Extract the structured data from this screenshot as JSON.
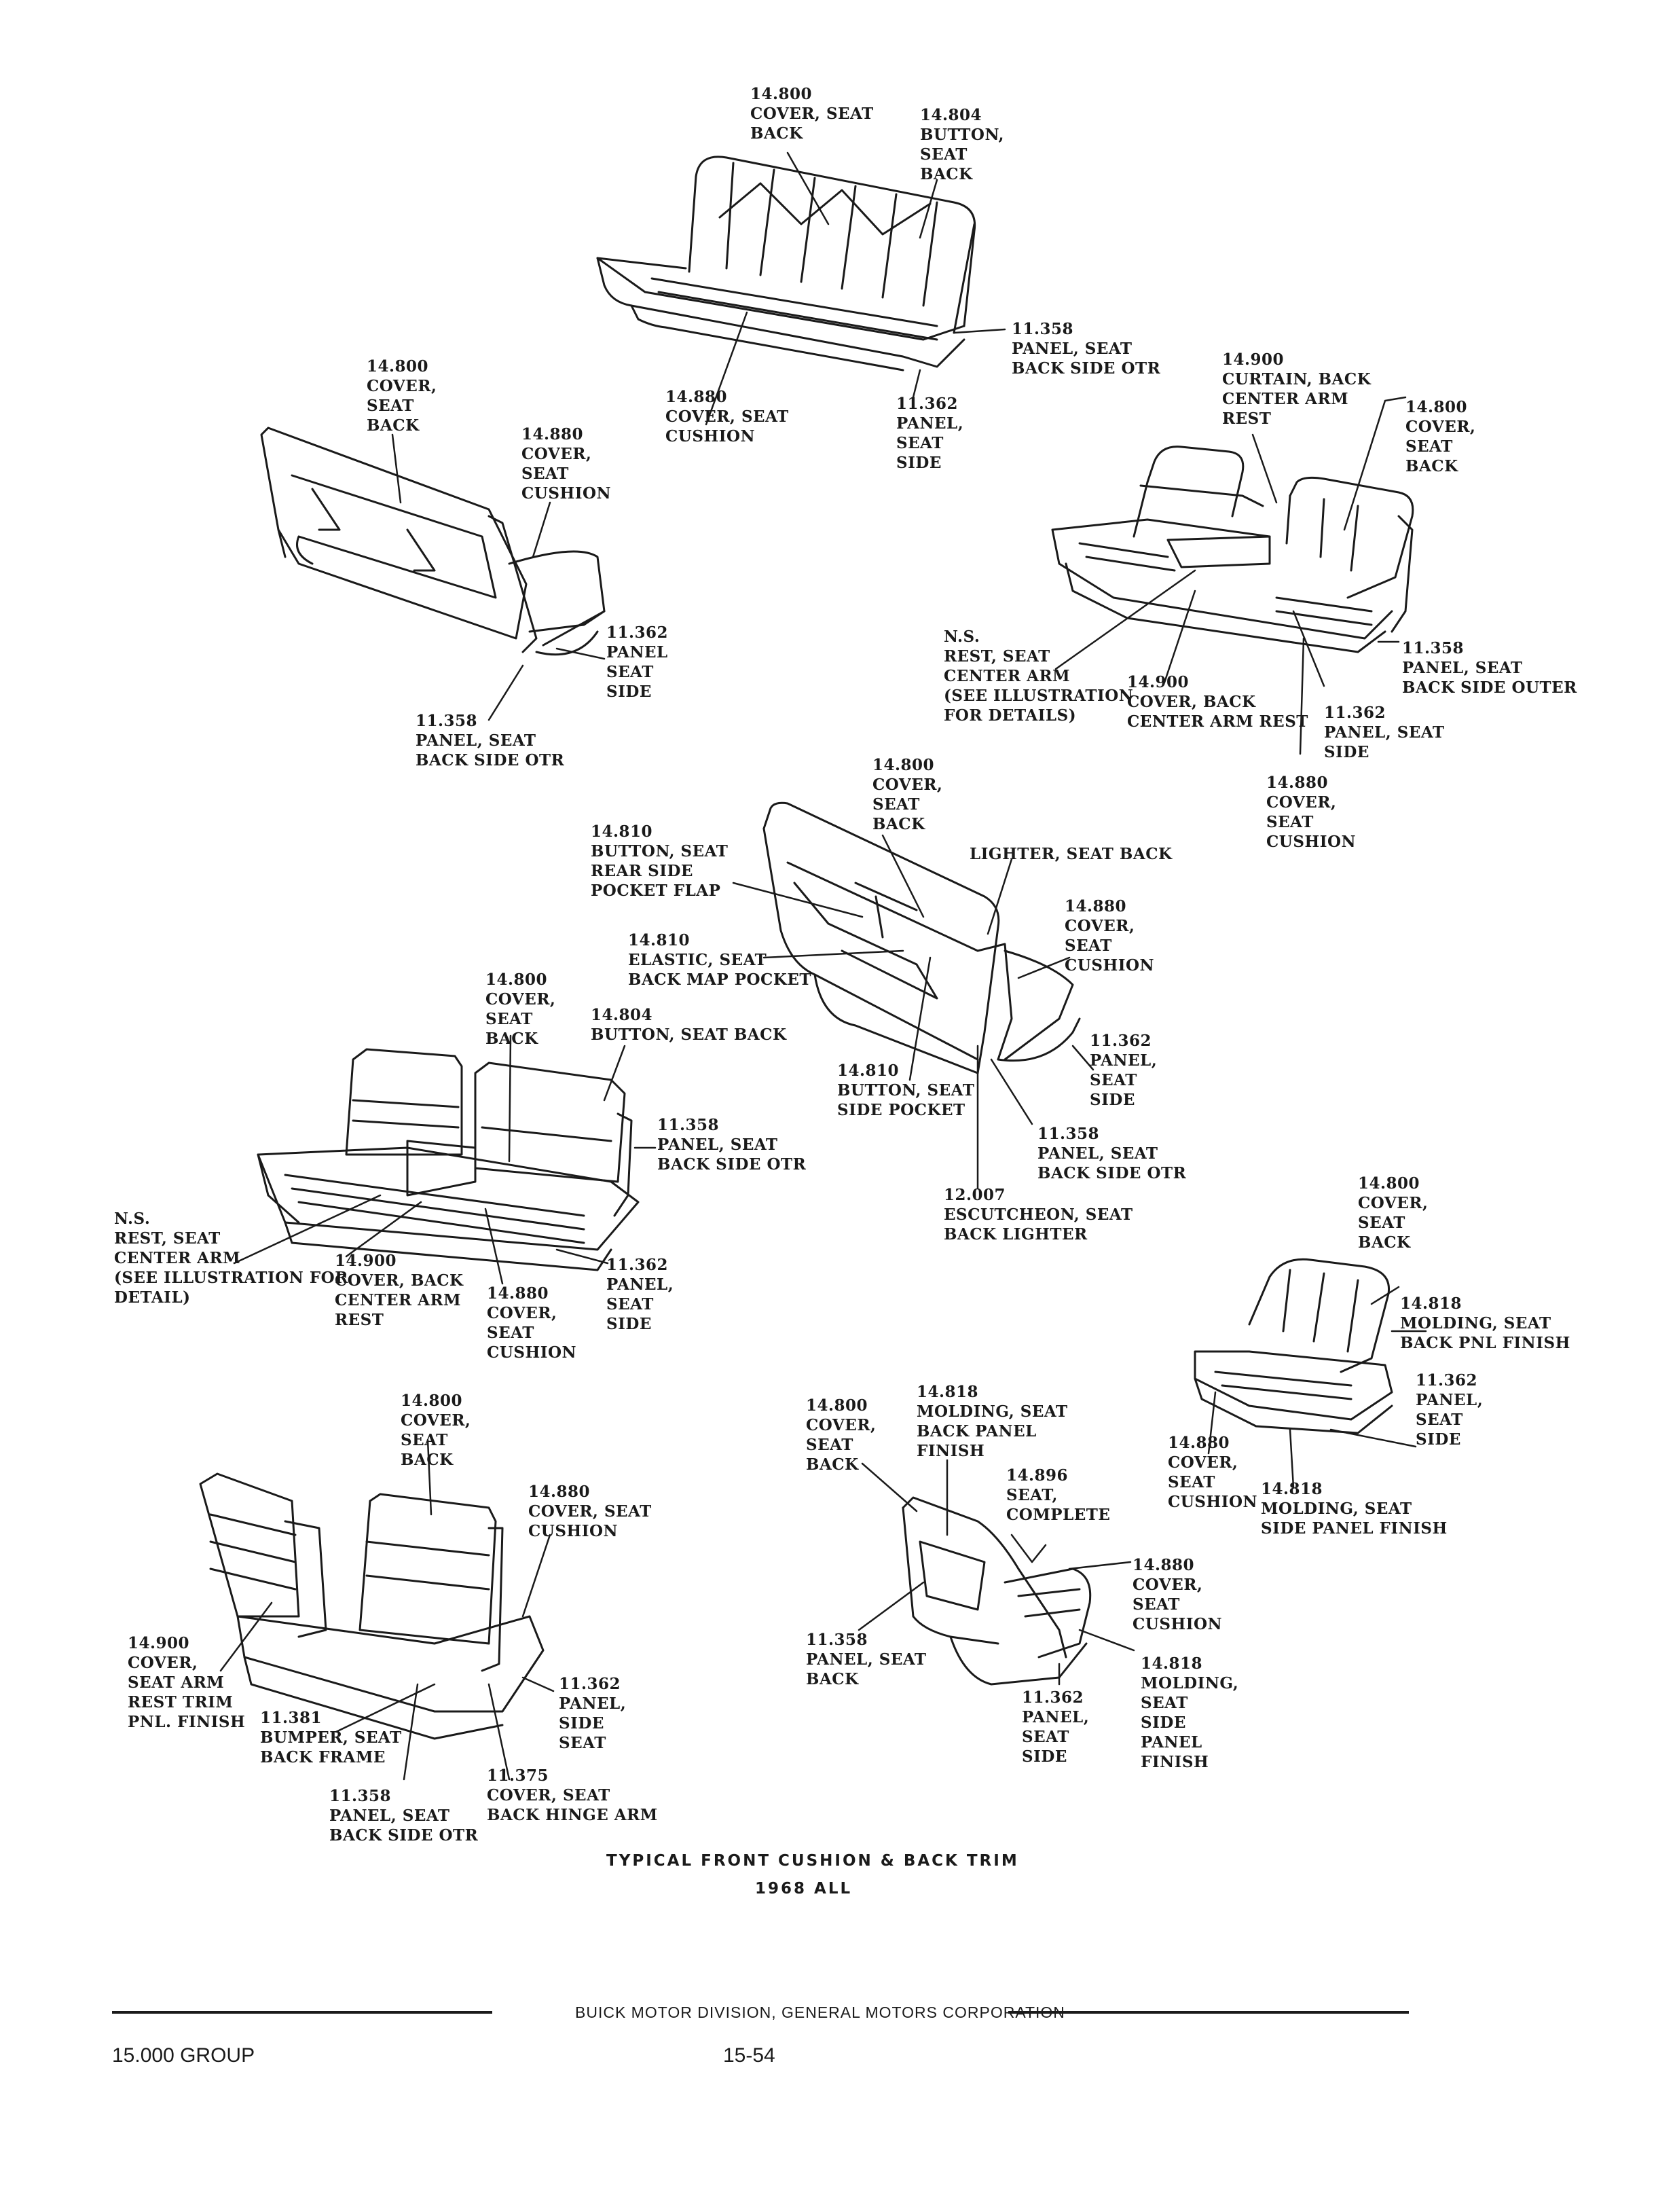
{
  "figure": {
    "caption_line1": "TYPICAL FRONT CUSHION & BACK TRIM",
    "caption_line2": "1968 ALL"
  },
  "footer": {
    "publisher": "BUICK MOTOR DIVISION, GENERAL MOTORS CORPORATION",
    "group": "15.000 GROUP",
    "page_number": "15-54"
  },
  "callouts": {
    "a1": "14.800\nCOVER, SEAT\nBACK",
    "a2": "14.804\nBUTTON,\nSEAT\nBACK",
    "a3": "11.358\nPANEL, SEAT\nBACK SIDE OTR",
    "a4": "14.880\nCOVER, SEAT\nCUSHION",
    "a5": "11.362\nPANEL,\nSEAT\nSIDE",
    "b1": "14.800\nCOVER,\nSEAT\nBACK",
    "b2": "14.880\nCOVER,\nSEAT\nCUSHION",
    "b3": "11.362\nPANEL\nSEAT\nSIDE",
    "b4": "11.358\nPANEL, SEAT\nBACK SIDE OTR",
    "c1": "14.900\nCURTAIN, BACK\nCENTER ARM\nREST",
    "c2": "14.800\nCOVER,\nSEAT\nBACK",
    "c3": "N.S.\nREST, SEAT\nCENTER ARM\n(SEE ILLUSTRATION\nFOR DETAILS)",
    "c4": "14.900\nCOVER, BACK\nCENTER ARM REST",
    "c5": "11.358\nPANEL, SEAT\nBACK SIDE OUTER",
    "c6": "11.362\nPANEL, SEAT\nSIDE",
    "c7": "14.880\nCOVER,\nSEAT\nCUSHION",
    "d1": "14.800\nCOVER,\nSEAT\nBACK",
    "d2": "14.810\nBUTTON, SEAT\nREAR SIDE\nPOCKET FLAP",
    "d3": "LIGHTER, SEAT BACK",
    "d4": "14.880\nCOVER,\nSEAT\nCUSHION",
    "d5": "14.810\nELASTIC, SEAT\nBACK MAP POCKET",
    "d6": "11.362\nPANEL,\nSEAT\nSIDE",
    "d7": "14.810\nBUTTON, SEAT\nSIDE POCKET",
    "d8": "11.358\nPANEL, SEAT\nBACK SIDE OTR",
    "d9": "12.007\nESCUTCHEON, SEAT\nBACK LIGHTER",
    "e1": "14.800\nCOVER,\nSEAT\nBACK",
    "e2": "14.804\nBUTTON, SEAT BACK",
    "e3": "11.358\nPANEL, SEAT\nBACK SIDE OTR",
    "e4": "N.S.\nREST, SEAT\nCENTER ARM\n(SEE ILLUSTRATION FOR\nDETAIL)",
    "e5": "14.900\nCOVER, BACK\nCENTER ARM\nREST",
    "e6": "14.880\nCOVER,\nSEAT\nCUSHION",
    "e7": "11.362\nPANEL,\nSEAT\nSIDE",
    "f1": "14.800\nCOVER,\nSEAT\nBACK",
    "f2": "14.818\nMOLDING, SEAT\nBACK PNL FINISH",
    "f3": "11.362\nPANEL,\nSEAT\nSIDE",
    "f4": "14.880\nCOVER,\nSEAT\nCUSHION",
    "f5": "14.818\nMOLDING, SEAT\nSIDE PANEL FINISH",
    "g1": "14.800\nCOVER,\nSEAT\nBACK",
    "g2": "14.880\nCOVER, SEAT\nCUSHION",
    "g3": "14.900\nCOVER,\nSEAT ARM\nREST TRIM\nPNL. FINISH",
    "g4": "11.381\nBUMPER, SEAT\nBACK FRAME",
    "g5": "11.362\nPANEL,\nSIDE\nSEAT",
    "g6": "11.358\nPANEL, SEAT\nBACK SIDE OTR",
    "g7": "11.375\nCOVER, SEAT\nBACK HINGE ARM",
    "h1": "14.800\nCOVER,\nSEAT\nBACK",
    "h2": "14.818\nMOLDING, SEAT\nBACK PANEL\nFINISH",
    "h3": "14.896\nSEAT,\nCOMPLETE",
    "h4": "14.880\nCOVER,\nSEAT\nCUSHION",
    "h5": "11.358\nPANEL, SEAT\nBACK",
    "h6": "11.362\nPANEL,\nSEAT\nSIDE",
    "h7": "14.818\nMOLDING,\nSEAT\nSIDE\nPANEL\nFINISH"
  }
}
